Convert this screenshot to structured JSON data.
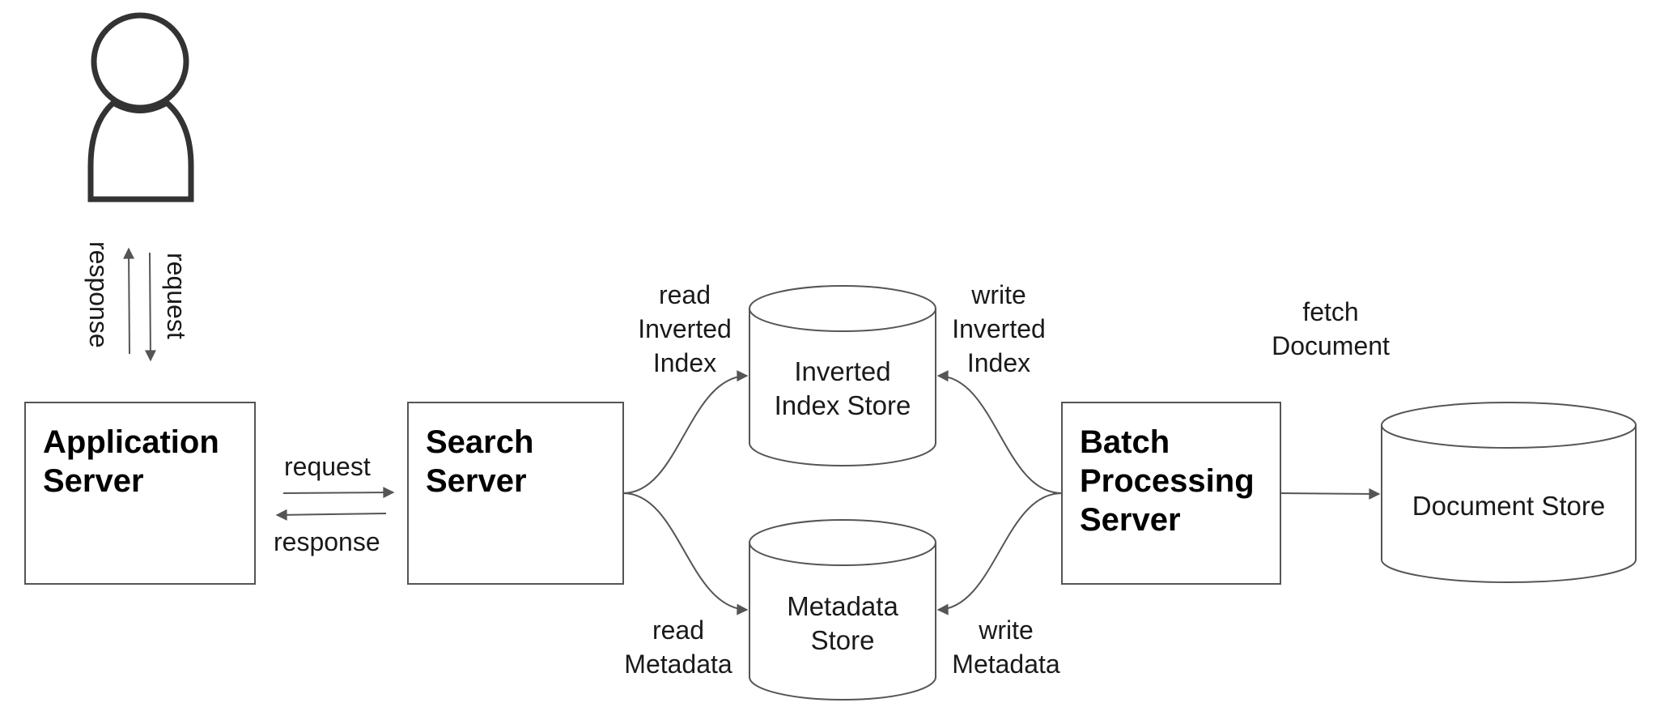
{
  "user": {
    "icon": "person-icon"
  },
  "user_link": {
    "request_label": "request",
    "response_label": "response"
  },
  "app_search_link": {
    "request_label": "request",
    "response_label": "response"
  },
  "application_server": {
    "line1": "Application",
    "line2": "Server"
  },
  "search_server": {
    "line1": "Search",
    "line2": "Server"
  },
  "batch_server": {
    "line1": "Batch",
    "line2": "Processing",
    "line3": "Server"
  },
  "inverted_index_store": {
    "line1": "Inverted",
    "line2": "Index Store"
  },
  "metadata_store": {
    "line1": "Metadata",
    "line2": "Store"
  },
  "document_store": {
    "label": "Document Store"
  },
  "edges": {
    "read_inverted": [
      "read",
      "Inverted",
      "Index"
    ],
    "write_inverted": [
      "write",
      "Inverted",
      "Index"
    ],
    "read_metadata": [
      "read",
      "Metadata"
    ],
    "write_metadata": [
      "write",
      "Metadata"
    ],
    "fetch_document": [
      "fetch",
      "Document"
    ]
  },
  "colors": {
    "stroke": "#555555",
    "user_stroke": "#333333",
    "text": "#1a1a1a"
  }
}
